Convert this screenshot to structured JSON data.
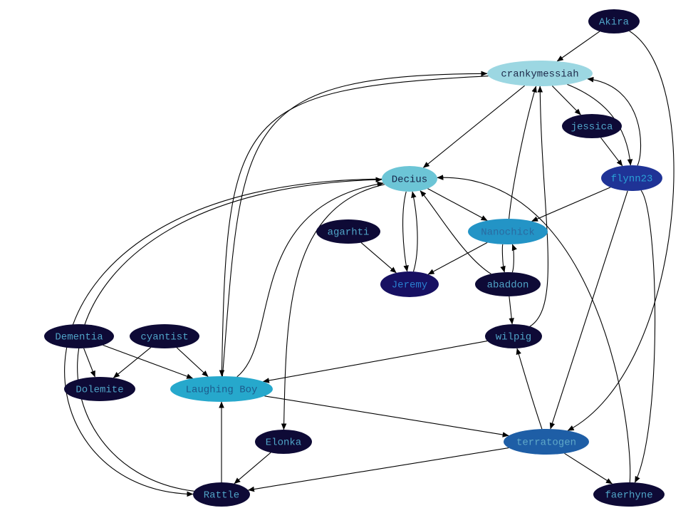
{
  "nodes": [
    {
      "id": "akira",
      "label": "Akira",
      "fill": "#0e0a36",
      "text": "#4fa3c7"
    },
    {
      "id": "crankymessiah",
      "label": "crankymessiah",
      "fill": "#9cd7e2",
      "text": "#1d2a4a"
    },
    {
      "id": "jessica",
      "label": "jessica",
      "fill": "#0e0a36",
      "text": "#4fa3c7"
    },
    {
      "id": "flynn23",
      "label": "flynn23",
      "fill": "#1f3396",
      "text": "#2aa0d6"
    },
    {
      "id": "decius",
      "label": "Decius",
      "fill": "#6cc5d6",
      "text": "#14254a"
    },
    {
      "id": "nanochick",
      "label": "Nanochick",
      "fill": "#2394c6",
      "text": "#2a6aa0"
    },
    {
      "id": "agarhti",
      "label": "agarhti",
      "fill": "#0e0a36",
      "text": "#4fa3c7"
    },
    {
      "id": "jeremy",
      "label": "Jeremy",
      "fill": "#171062",
      "text": "#2a7fd0"
    },
    {
      "id": "abaddon",
      "label": "abaddon",
      "fill": "#0e0a36",
      "text": "#4fa3c7"
    },
    {
      "id": "wilpig",
      "label": "wilpig",
      "fill": "#0e0a36",
      "text": "#4fa3c7"
    },
    {
      "id": "dementia",
      "label": "Dementia",
      "fill": "#0e0a36",
      "text": "#4fa3c7"
    },
    {
      "id": "cyantist",
      "label": "cyantist",
      "fill": "#0e0a36",
      "text": "#4fa3c7"
    },
    {
      "id": "dolemite",
      "label": "Dolemite",
      "fill": "#0e0a36",
      "text": "#4fa3c7"
    },
    {
      "id": "laughingboy",
      "label": "Laughing Boy",
      "fill": "#26a8cc",
      "text": "#1d5a8c"
    },
    {
      "id": "elonka",
      "label": "Elonka",
      "fill": "#0e0a36",
      "text": "#4fa3c7"
    },
    {
      "id": "terratogen",
      "label": "terratogen",
      "fill": "#1e5ea6",
      "text": "#5fa8c8"
    },
    {
      "id": "rattle",
      "label": "Rattle",
      "fill": "#0e0a36",
      "text": "#4fa3c7"
    },
    {
      "id": "faerhyne",
      "label": "faerhyne",
      "fill": "#0e0a36",
      "text": "#4fa3c7"
    }
  ],
  "edges": [
    {
      "from": "akira",
      "to": "crankymessiah"
    },
    {
      "from": "akira",
      "to": "terratogen"
    },
    {
      "from": "crankymessiah",
      "to": "jessica"
    },
    {
      "from": "crankymessiah",
      "to": "flynn23"
    },
    {
      "from": "crankymessiah",
      "to": "decius"
    },
    {
      "from": "crankymessiah",
      "to": "laughingboy"
    },
    {
      "from": "jessica",
      "to": "flynn23"
    },
    {
      "from": "flynn23",
      "to": "crankymessiah"
    },
    {
      "from": "flynn23",
      "to": "nanochick"
    },
    {
      "from": "flynn23",
      "to": "terratogen"
    },
    {
      "from": "flynn23",
      "to": "faerhyne"
    },
    {
      "from": "decius",
      "to": "nanochick"
    },
    {
      "from": "decius",
      "to": "jeremy"
    },
    {
      "from": "decius",
      "to": "rattle"
    },
    {
      "from": "decius",
      "to": "elonka"
    },
    {
      "from": "nanochick",
      "to": "crankymessiah"
    },
    {
      "from": "nanochick",
      "to": "jeremy"
    },
    {
      "from": "nanochick",
      "to": "abaddon"
    },
    {
      "from": "agarhti",
      "to": "jeremy"
    },
    {
      "from": "jeremy",
      "to": "decius"
    },
    {
      "from": "abaddon",
      "to": "nanochick"
    },
    {
      "from": "abaddon",
      "to": "decius"
    },
    {
      "from": "abaddon",
      "to": "wilpig"
    },
    {
      "from": "wilpig",
      "to": "crankymessiah"
    },
    {
      "from": "wilpig",
      "to": "laughingboy"
    },
    {
      "from": "dementia",
      "to": "dolemite"
    },
    {
      "from": "dementia",
      "to": "laughingboy"
    },
    {
      "from": "cyantist",
      "to": "dolemite"
    },
    {
      "from": "cyantist",
      "to": "laughingboy"
    },
    {
      "from": "laughingboy",
      "to": "crankymessiah"
    },
    {
      "from": "laughingboy",
      "to": "decius"
    },
    {
      "from": "laughingboy",
      "to": "terratogen"
    },
    {
      "from": "elonka",
      "to": "rattle"
    },
    {
      "from": "terratogen",
      "to": "wilpig"
    },
    {
      "from": "terratogen",
      "to": "rattle"
    },
    {
      "from": "terratogen",
      "to": "faerhyne"
    },
    {
      "from": "rattle",
      "to": "decius"
    },
    {
      "from": "rattle",
      "to": "laughingboy"
    },
    {
      "from": "faerhyne",
      "to": "decius"
    }
  ]
}
